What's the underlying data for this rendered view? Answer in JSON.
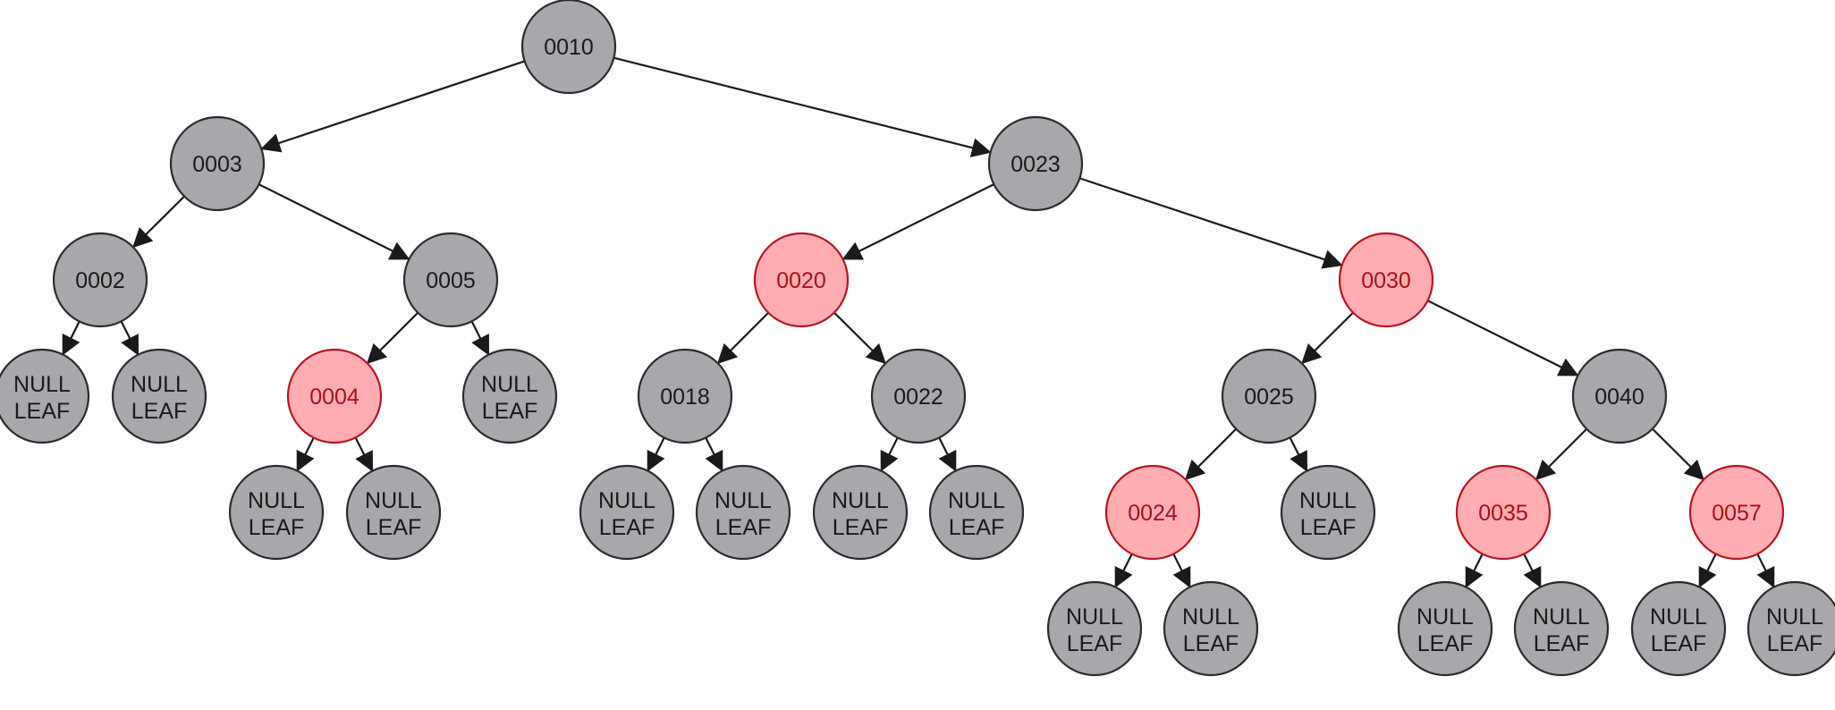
{
  "colors": {
    "black_fill": "#a8a7ab",
    "black_stroke": "#2b2b2b",
    "red_fill": "#ffadb2",
    "red_stroke": "#b5161f",
    "red_text": "#a8121a",
    "edge": "#1a1a1a"
  },
  "leaf_label": {
    "line1": "NULL",
    "line2": "LEAF"
  },
  "nodes": [
    {
      "id": "n10",
      "label": "0010",
      "color": "black"
    },
    {
      "id": "n3",
      "label": "0003",
      "color": "black"
    },
    {
      "id": "n23",
      "label": "0023",
      "color": "black"
    },
    {
      "id": "n2",
      "label": "0002",
      "color": "black"
    },
    {
      "id": "n5",
      "label": "0005",
      "color": "black"
    },
    {
      "id": "n20",
      "label": "0020",
      "color": "red"
    },
    {
      "id": "n30",
      "label": "0030",
      "color": "red"
    },
    {
      "id": "n4",
      "label": "0004",
      "color": "red"
    },
    {
      "id": "n18",
      "label": "0018",
      "color": "black"
    },
    {
      "id": "n22",
      "label": "0022",
      "color": "black"
    },
    {
      "id": "n25",
      "label": "0025",
      "color": "black"
    },
    {
      "id": "n40",
      "label": "0040",
      "color": "black"
    },
    {
      "id": "n24",
      "label": "0024",
      "color": "red"
    },
    {
      "id": "n35",
      "label": "0035",
      "color": "red"
    },
    {
      "id": "n57",
      "label": "0057",
      "color": "red"
    },
    {
      "id": "l1",
      "label": "",
      "color": "leaf"
    },
    {
      "id": "l2",
      "label": "",
      "color": "leaf"
    },
    {
      "id": "l3",
      "label": "",
      "color": "leaf"
    },
    {
      "id": "l4",
      "label": "",
      "color": "leaf"
    },
    {
      "id": "l5",
      "label": "",
      "color": "leaf"
    },
    {
      "id": "l6",
      "label": "",
      "color": "leaf"
    },
    {
      "id": "l7",
      "label": "",
      "color": "leaf"
    },
    {
      "id": "l8",
      "label": "",
      "color": "leaf"
    },
    {
      "id": "l9",
      "label": "",
      "color": "leaf"
    },
    {
      "id": "l10",
      "label": "",
      "color": "leaf"
    },
    {
      "id": "l11",
      "label": "",
      "color": "leaf"
    },
    {
      "id": "l12",
      "label": "",
      "color": "leaf"
    },
    {
      "id": "l13",
      "label": "",
      "color": "leaf"
    },
    {
      "id": "l14",
      "label": "",
      "color": "leaf"
    },
    {
      "id": "l15",
      "label": "",
      "color": "leaf"
    },
    {
      "id": "l16",
      "label": "",
      "color": "leaf"
    }
  ],
  "edges": [
    [
      "n10",
      "n3"
    ],
    [
      "n10",
      "n23"
    ],
    [
      "n3",
      "n2"
    ],
    [
      "n3",
      "n5"
    ],
    [
      "n23",
      "n20"
    ],
    [
      "n23",
      "n30"
    ],
    [
      "n2",
      "l1"
    ],
    [
      "n2",
      "l2"
    ],
    [
      "n5",
      "n4"
    ],
    [
      "n5",
      "l3"
    ],
    [
      "n20",
      "n18"
    ],
    [
      "n20",
      "n22"
    ],
    [
      "n30",
      "n25"
    ],
    [
      "n30",
      "n40"
    ],
    [
      "n4",
      "l4"
    ],
    [
      "n4",
      "l5"
    ],
    [
      "n18",
      "l6"
    ],
    [
      "n18",
      "l7"
    ],
    [
      "n22",
      "l8"
    ],
    [
      "n22",
      "l9"
    ],
    [
      "n25",
      "n24"
    ],
    [
      "n25",
      "l10"
    ],
    [
      "n40",
      "n35"
    ],
    [
      "n40",
      "n57"
    ],
    [
      "n24",
      "l11"
    ],
    [
      "n24",
      "l12"
    ],
    [
      "n35",
      "l13"
    ],
    [
      "n35",
      "l14"
    ],
    [
      "n57",
      "l15"
    ],
    [
      "n57",
      "l16"
    ]
  ]
}
